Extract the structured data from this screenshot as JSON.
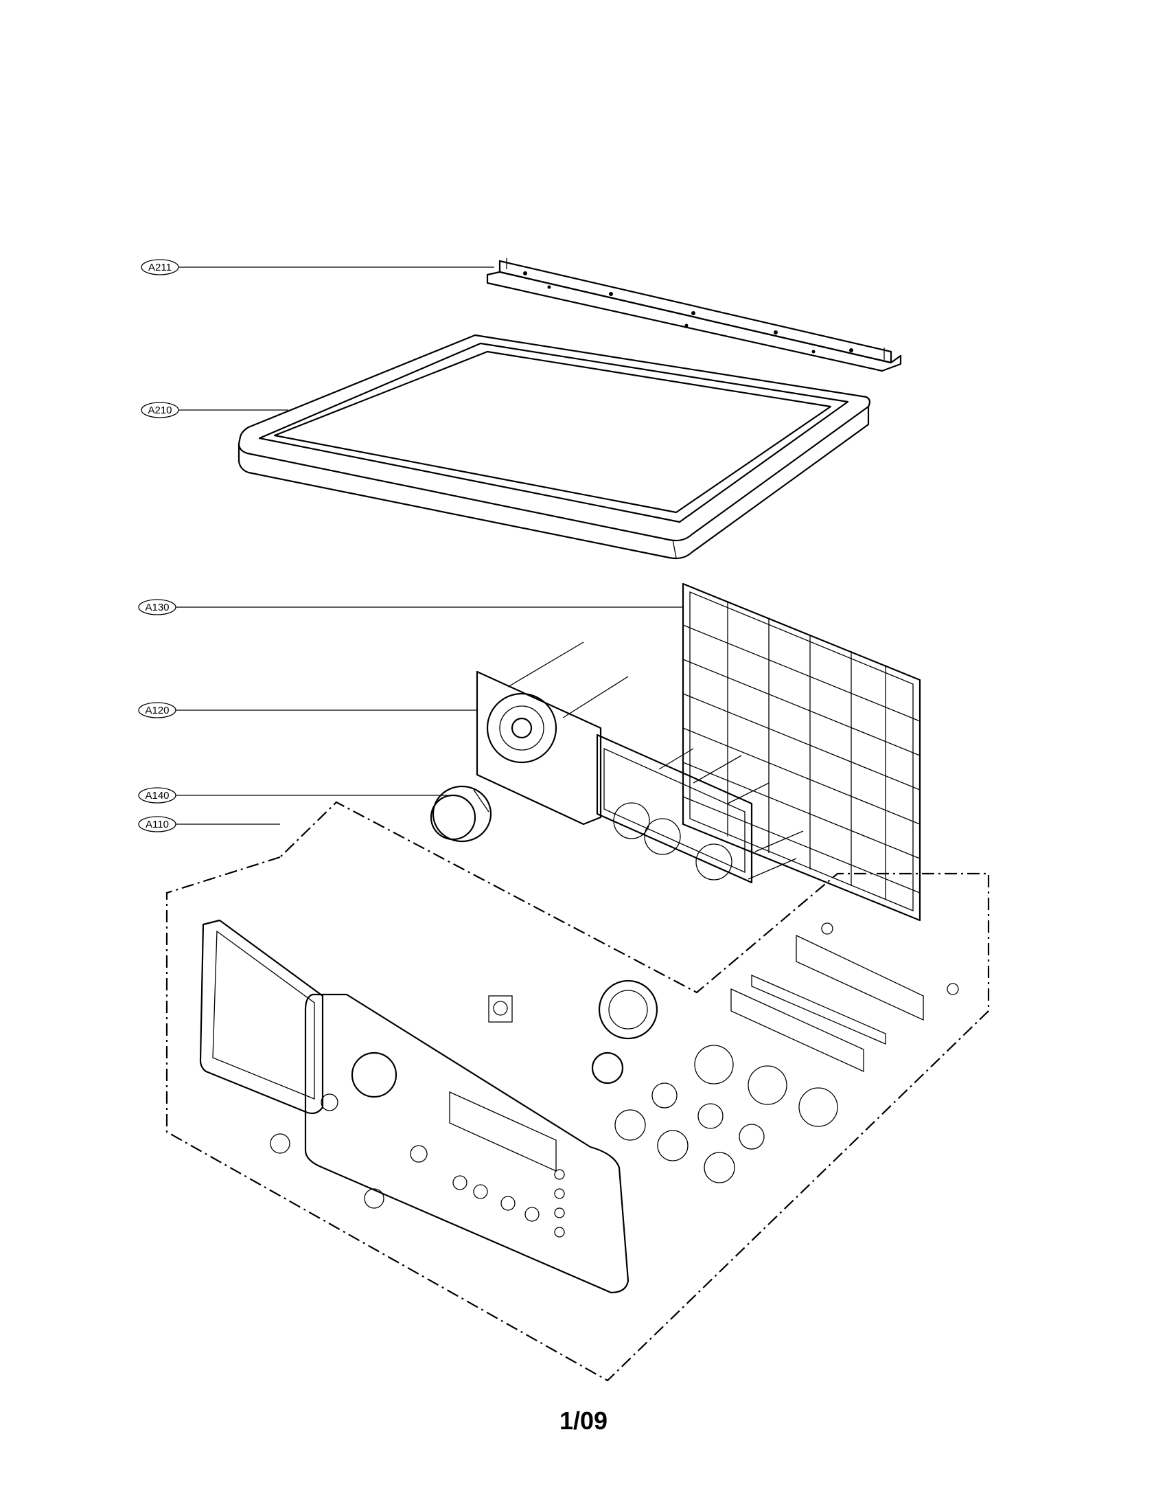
{
  "callouts": [
    {
      "id": "A211",
      "label": "A211"
    },
    {
      "id": "A210",
      "label": "A210"
    },
    {
      "id": "A130",
      "label": "A130"
    },
    {
      "id": "A120",
      "label": "A120"
    },
    {
      "id": "A140",
      "label": "A140"
    },
    {
      "id": "A110",
      "label": "A110"
    }
  ],
  "page_number": "1/09"
}
